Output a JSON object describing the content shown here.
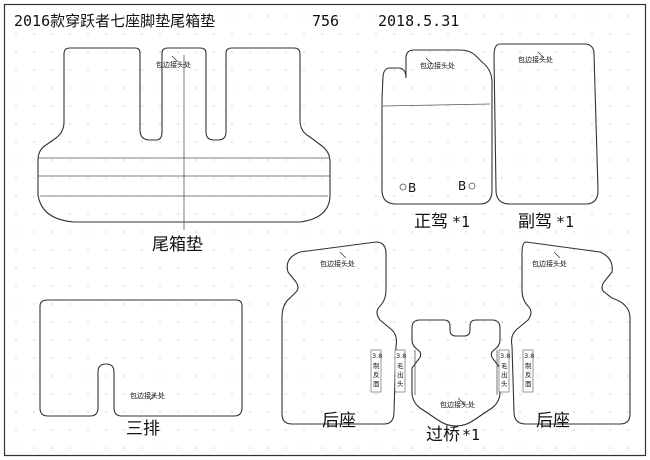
{
  "header": {
    "title": "2016款穿跃者七座脚垫尾箱垫",
    "code": "756",
    "date": "2018.5.31"
  },
  "note": "包边接头处",
  "pieces": {
    "trunk": "尾箱垫",
    "driver": "正驾",
    "passenger": "副驾",
    "rear_left": "后座",
    "rear_right": "后座",
    "third_row": "三排",
    "bridge": "过桥"
  },
  "qty": "*1",
  "markers": {
    "left_b": "B",
    "right_b": "B"
  },
  "edge_labels": {
    "width": "3.8",
    "cut_face_1": "制",
    "cut_face_2": "反",
    "cut_face_3": "面",
    "burr_1": "毛",
    "burr_2": "出",
    "burr_3": "头"
  },
  "colors": {
    "line": "#333333",
    "grid_dot": "#b0b0b0",
    "background": "#ffffff"
  }
}
